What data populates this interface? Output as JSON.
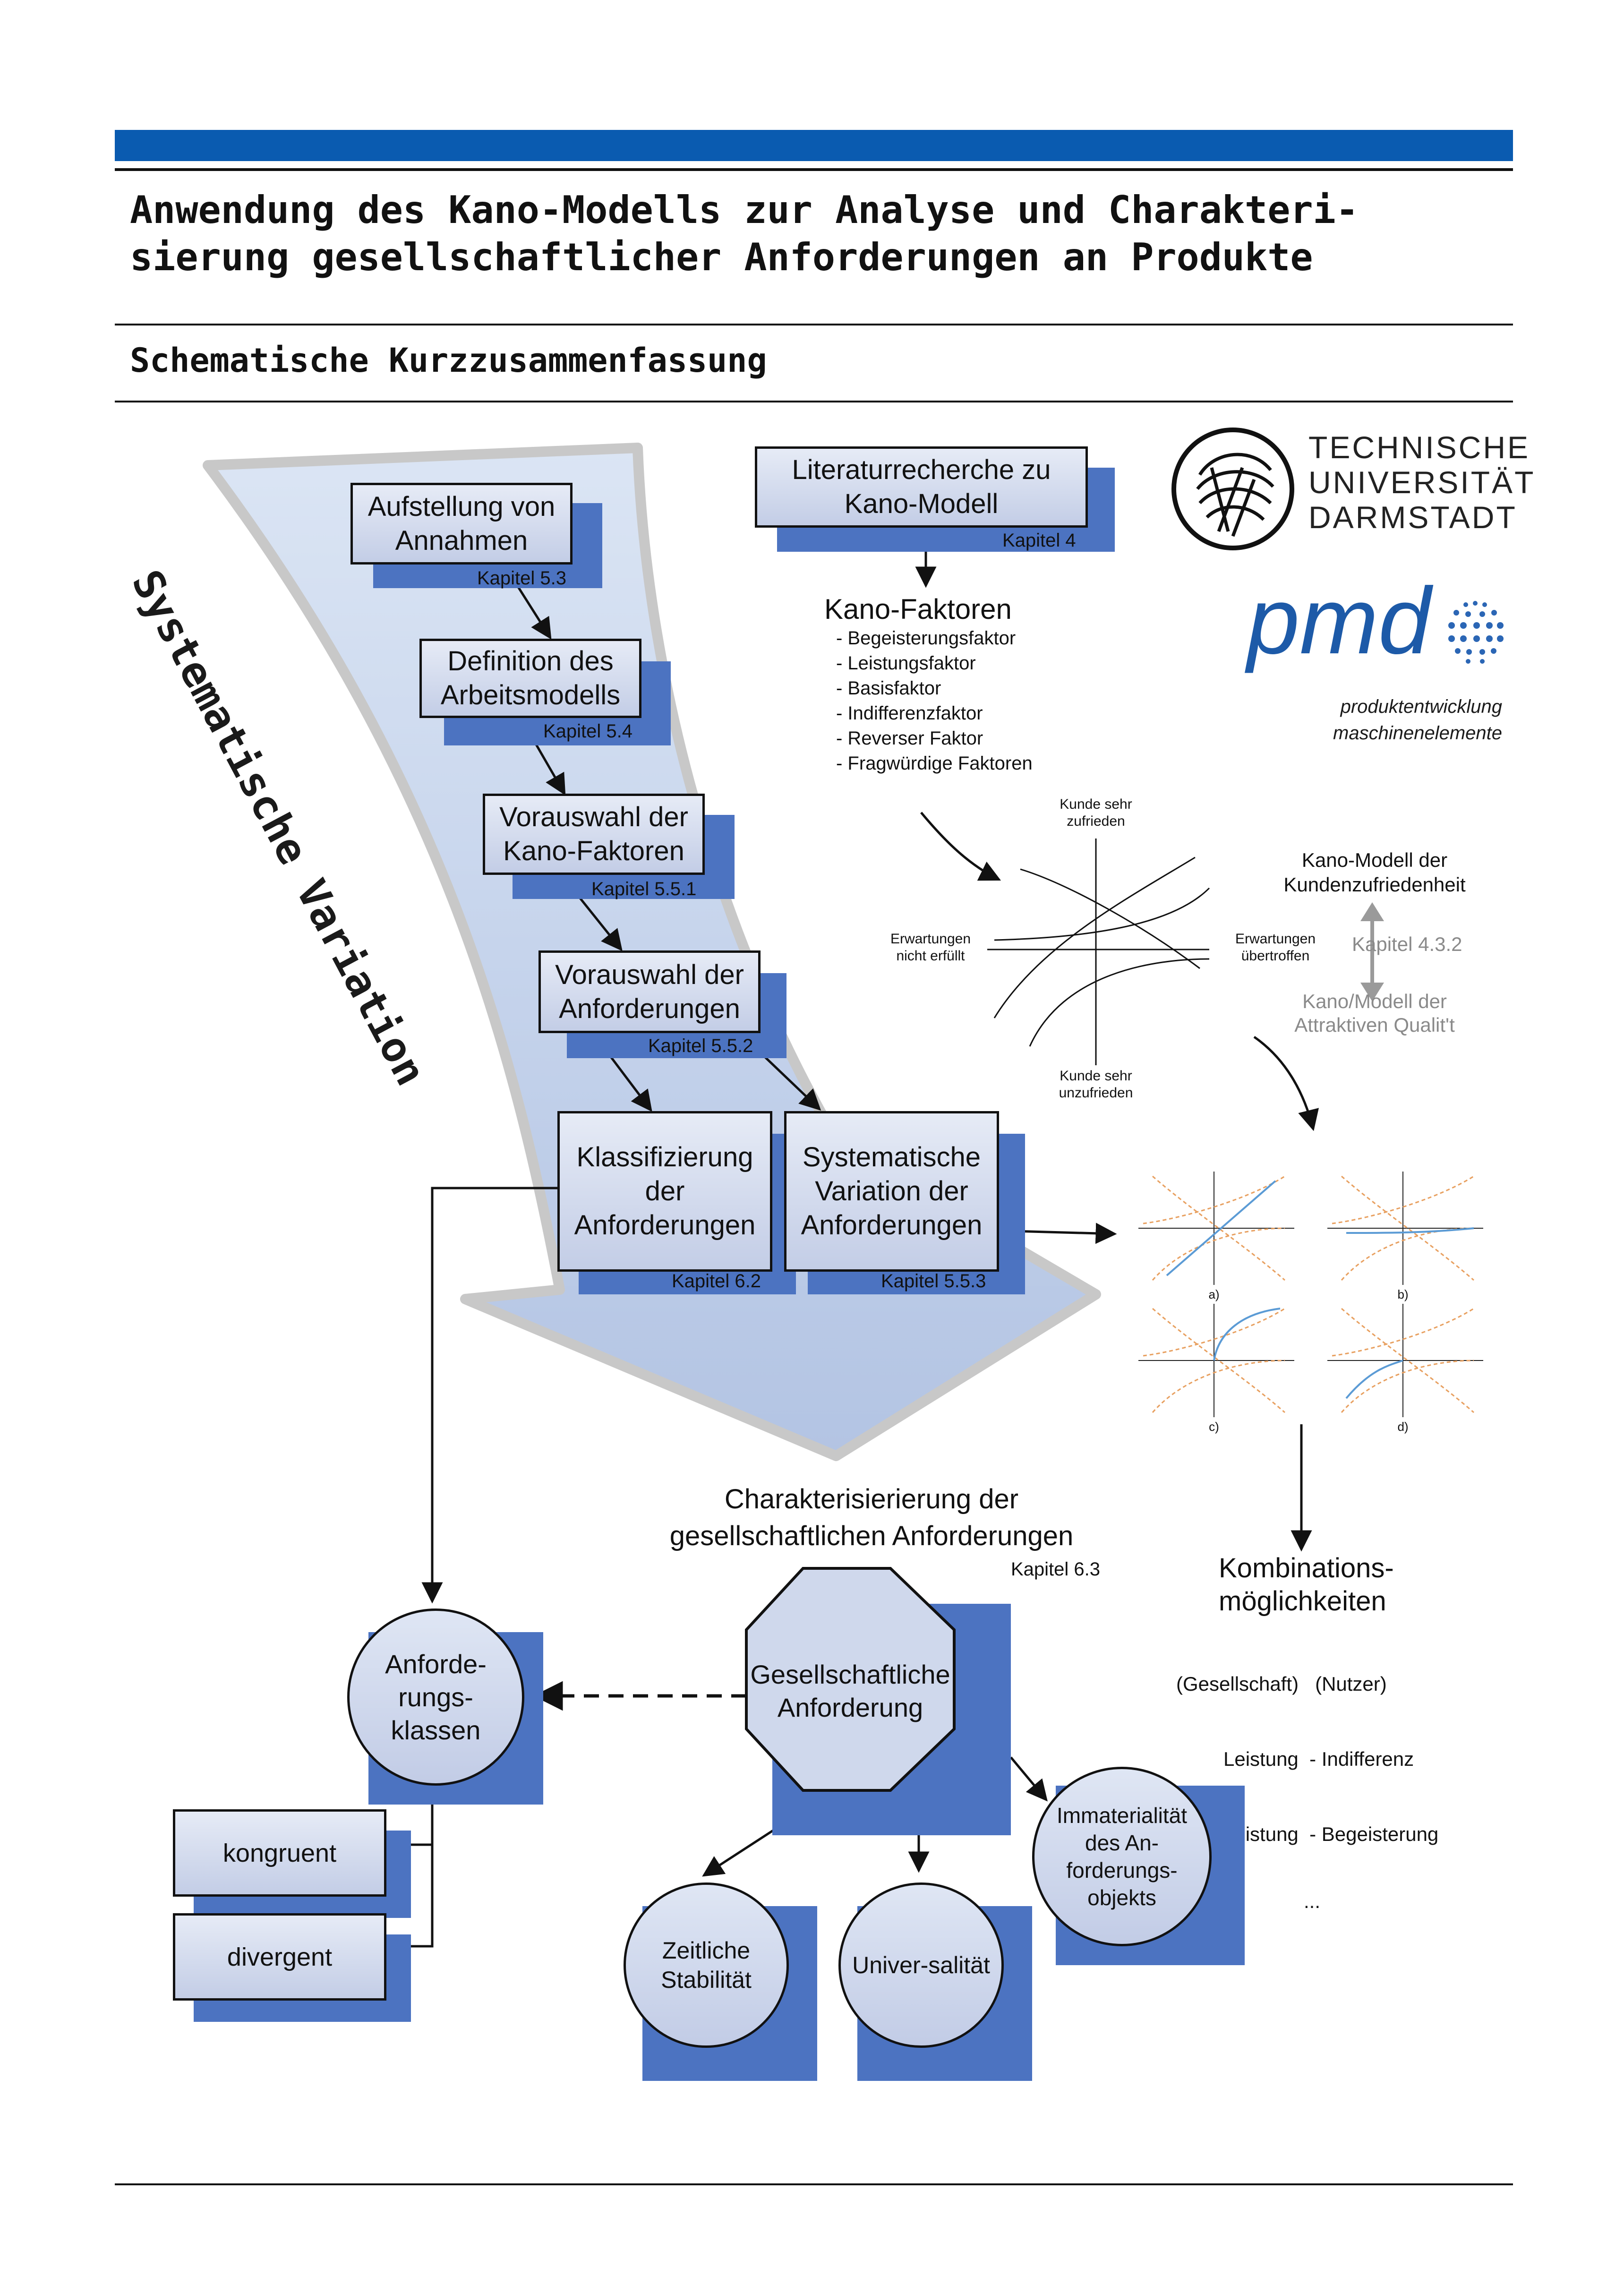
{
  "header": {
    "title_line1": "Anwendung des Kano-Modells zur Analyse und Charakteri-",
    "title_line2": "sierung gesellschaftlicher Anforderungen an Produkte",
    "subtitle": "Schematische Kurzzusammenfassung"
  },
  "colors": {
    "brand_blue": "#0a5bb0",
    "shadow_blue": "#4c73c1",
    "arrow_fill": "#bccbe6"
  },
  "logos": {
    "tu_line1": "TECHNISCHE",
    "tu_line2": "UNIVERSITÄT",
    "tu_line3": "DARMSTADT",
    "pmd_word": "pmd",
    "pmd_line1": "produktentwicklung",
    "pmd_line2": "maschinenelemente"
  },
  "big_arrow_label": "Systematische Variation",
  "steps": [
    {
      "label_1": "Aufstellung von",
      "label_2": "Annahmen",
      "kapitel": "Kapitel 5.3"
    },
    {
      "label_1": "Definition des",
      "label_2": "Arbeitsmodells",
      "kapitel": "Kapitel 5.4"
    },
    {
      "label_1": "Vorauswahl der",
      "label_2": "Kano-Faktoren",
      "kapitel": "Kapitel 5.5.1"
    },
    {
      "label_1": "Vorauswahl der",
      "label_2": "Anforderungen",
      "kapitel": "Kapitel 5.5.2"
    },
    {
      "label_1": "Klassifizierung",
      "label_2": "der",
      "label_3": "Anforderungen",
      "kapitel": "Kapitel 6.2"
    },
    {
      "label_1": "Systematische",
      "label_2": "Variation der",
      "label_3": "Anforderungen",
      "kapitel": "Kapitel 5.5.3"
    }
  ],
  "literatur": {
    "label_1": "Literaturrecherche zu",
    "label_2": "Kano-Modell",
    "kapitel": "Kapitel 4"
  },
  "kano_faktoren": {
    "title": "Kano-Faktoren",
    "items": [
      "- Begeisterungsfaktor",
      "- Leistungsfaktor",
      "- Basisfaktor",
      "- Indifferenzfaktor",
      "- Reverser Faktor",
      "- Fragwürdige Faktoren"
    ]
  },
  "kano_graph": {
    "top_1": "Kunde sehr",
    "top_2": "zufrieden",
    "bottom_1": "Kunde sehr",
    "bottom_2": "unzufrieden",
    "left_1": "Erwartungen",
    "left_2": "nicht erfüllt",
    "right_1": "Erwartungen",
    "right_2": "übertroffen"
  },
  "kano_modell": {
    "label_1": "Kano-Modell der",
    "label_2": "Kundenzufriedenheit",
    "kapitel": "Kapitel 4.3.2",
    "attr_1": "Kano/Modell der",
    "attr_2": "Attraktiven Qualit't"
  },
  "thumbnails": {
    "labels": [
      "a)",
      "b)",
      "c)",
      "d)"
    ]
  },
  "kombination": {
    "title_1": "Kombinations-",
    "title_2": "möglichkeiten",
    "rows": [
      "(Gesellschaft)   (Nutzer)",
      "Leistung  - Indifferenz",
      "Leistung  - Begeisterung",
      "..."
    ]
  },
  "charakterisierung": {
    "label_1": "Charakterisierierung der",
    "label_2": "gesellschaftlichen Anforderungen",
    "kapitel": "Kapitel 6.3"
  },
  "octagon": {
    "label_1": "Gesellschaftliche",
    "label_2": "Anforderung"
  },
  "anforderungsklassen": {
    "label_1": "Anforde-",
    "label_2": "rungs-",
    "label_3": "klassen"
  },
  "klassen": [
    "kongruent",
    "divergent"
  ],
  "circles": {
    "zeitliche_1": "Zeitliche",
    "zeitliche_2": "Stabilität",
    "universalitaet": "Univer-salität",
    "immat_1": "Immaterialität",
    "immat_2": "des An-",
    "immat_3": "forderungs-",
    "immat_4": "objekts"
  }
}
